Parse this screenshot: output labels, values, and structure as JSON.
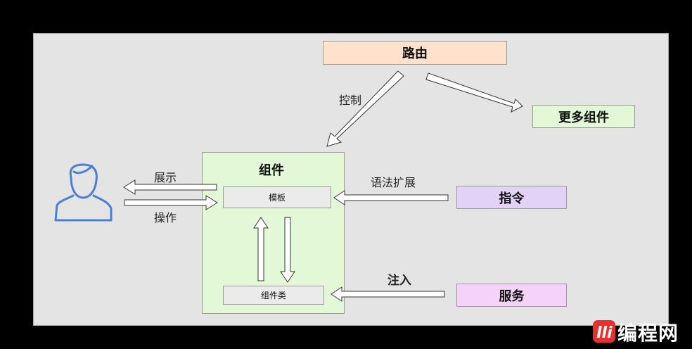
{
  "nodes": {
    "router": "路由",
    "more_components": "更多组件",
    "component": "组件",
    "template": "模板",
    "component_class": "组件类",
    "directive": "指令",
    "service": "服务"
  },
  "edges": {
    "control": "控制",
    "show": "展示",
    "operate": "操作",
    "syntax_extension": "语法扩展",
    "inject": "注入"
  },
  "colors": {
    "router_fill": "#ffe1cc",
    "component_fill": "#e2f8d6",
    "directive_fill": "#e2d2f8",
    "service_fill": "#f5d2f8",
    "user_icon": "#4a7fd4",
    "logo_accent": "#e8302f"
  },
  "icons": {
    "user": "user-icon",
    "logo": "site-logo"
  },
  "watermark": {
    "logo_text": "编程网"
  }
}
